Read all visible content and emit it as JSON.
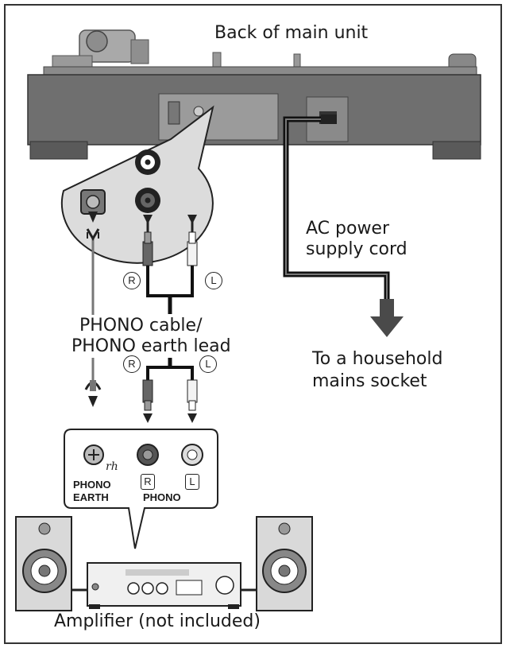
{
  "labels": {
    "back_of_main_unit": "Back of main unit",
    "ac_power_line1": "AC power",
    "ac_power_line2": "supply cord",
    "household_line1": "To a household",
    "household_line2": "mains socket",
    "phono_cable_line1": "PHONO cable/",
    "phono_cable_line2": "PHONO earth lead",
    "phono_earth_line1": "PHONO",
    "phono_earth_line2": "EARTH",
    "phono": "PHONO",
    "amplifier": "Amplifier (not included)"
  },
  "markers": {
    "right": "R",
    "left": "L",
    "right_top": "R",
    "left_top": "L",
    "right_jack": "R",
    "left_jack": "L"
  },
  "colors": {
    "unit_gray": "#6f6f6f",
    "cable_black": "#111111",
    "arrow_gray": "#4a4a4a",
    "border": "#333333"
  }
}
